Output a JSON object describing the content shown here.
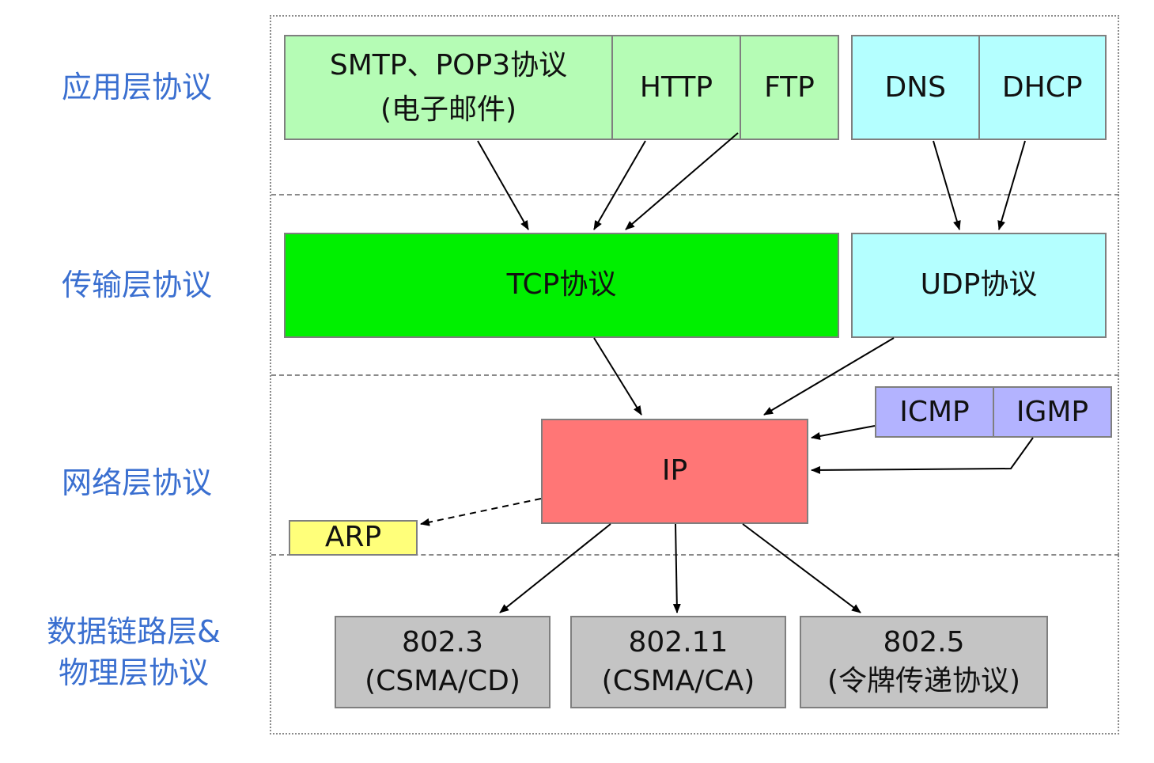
{
  "layers": {
    "application": "应用层协议",
    "transport": "传输层协议",
    "network": "网络层协议",
    "link_physical": "数据链路层&\n物理层协议"
  },
  "protocols": {
    "smtp_pop3": "SMTP、POP3协议\n(电子邮件)",
    "http": "HTTP",
    "ftp": "FTP",
    "dns": "DNS",
    "dhcp": "DHCP",
    "tcp": "TCP协议",
    "udp": "UDP协议",
    "ip": "IP",
    "icmp": "ICMP",
    "igmp": "IGMP",
    "arp": "ARP",
    "ieee_802_3": "802.3\n(CSMA/CD)",
    "ieee_802_11": "802.11\n(CSMA/CA)",
    "ieee_802_5": "802.5\n(令牌传递协议)"
  },
  "colors": {
    "application_tcp": "#b5fcb5",
    "application_udp": "#b4ffff",
    "tcp": "#00f000",
    "udp": "#b4ffff",
    "ip": "#ff7676",
    "icmp_igmp": "#b3b3ff",
    "arp": "#ffff7a",
    "link": "#c4c4c4",
    "layer_label": "#3a6fd0",
    "border": "#7f7f7f"
  }
}
